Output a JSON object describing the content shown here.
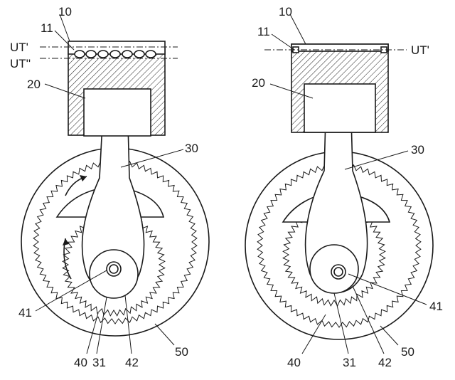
{
  "left_figure": {
    "labels": {
      "piston": "10",
      "ring": "11",
      "ut_upper": "UT'",
      "ut_lower": "UT''",
      "gudgeon": "20",
      "rod": "30",
      "rod_big_end": "31",
      "eccentric": "40",
      "crank_pin": "41",
      "eccentric_disc": "42",
      "ring_gear": "50"
    }
  },
  "right_figure": {
    "labels": {
      "piston": "10",
      "ring": "11",
      "ut_upper": "UT'",
      "gudgeon": "20",
      "rod": "30",
      "rod_big_end": "31",
      "eccentric": "40",
      "crank_pin": "41",
      "eccentric_disc": "42",
      "ring_gear": "50"
    }
  }
}
